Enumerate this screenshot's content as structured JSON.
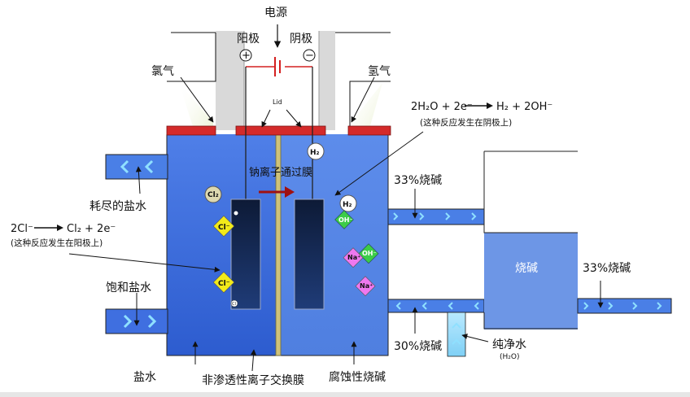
{
  "labels": {
    "power_source": "电源",
    "anode": "阳极",
    "cathode": "阴极",
    "plus_sign": "+",
    "minus_sign": "−",
    "chlorine_gas": "氯气",
    "hydrogen_gas": "氢气",
    "lid": "Lid",
    "membrane_na": "钠离子通过膜",
    "depleted_brine": "耗尽的盐水",
    "saturated_brine": "饱和盐水",
    "brine": "盐水",
    "membrane_name": "非渗透性离子交换膜",
    "caustic": "腐蚀性烧碱",
    "soda_33_top": "33%烧碱",
    "soda_30": "30%烧碱",
    "soda_tank": "烧碱",
    "soda_33_right": "33%烧碱",
    "pure_water": "纯净水",
    "pure_water_formula": "(H₂O)",
    "anode_eq_left": "2Cl⁻",
    "anode_eq_right": "Cl₂ + 2e⁻",
    "anode_note": "(这种反应发生在阳极上)",
    "cathode_eq_left": "2H₂O + 2e⁻",
    "cathode_eq_right": "H₂ + 2OH⁻",
    "cathode_note": "(这种反应发生在阴极上)"
  },
  "ions": {
    "cl2": "Cl₂",
    "h2": "H₂",
    "cl_minus": "Cl⁻",
    "oh_minus": "OH⁻",
    "na_plus": "Na⁺",
    "cl_small": "Cl"
  },
  "colors": {
    "cell_blue": "#3f6fe0",
    "pipe_blue": "#4a7fe6",
    "tank_blue": "#6d96e6",
    "lid_red": "#d42a2a",
    "electrode_dark": "#13203f",
    "chevron": "#8fe0ff",
    "cl_yellow": "#f2ea1a",
    "oh_green": "#3ccc48",
    "na_pink": "#ef78ef",
    "wire_red": "#d42020",
    "arrow_red": "#a01010"
  }
}
